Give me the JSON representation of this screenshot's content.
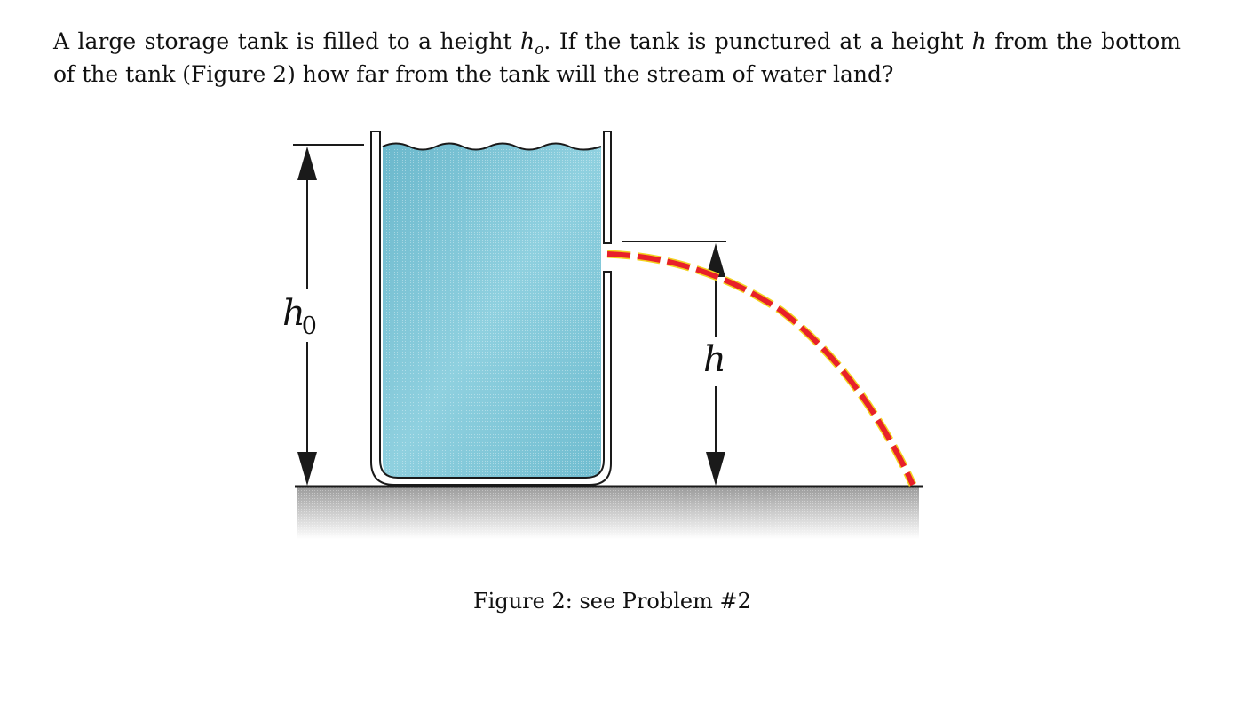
{
  "problem": {
    "part1": "A large storage tank is filled to a height ",
    "h0_symbol": "h",
    "h0_subscript": "o",
    "part2": ". If the tank is punctured at a height ",
    "h_symbol": "h",
    "part3": " from the bottom of the tank (Figure 2) how far from the tank will the stream of water land?"
  },
  "figure": {
    "label_h0_symbol": "h",
    "label_h0_subscript": "0",
    "label_h": "h",
    "caption": "Figure 2: see Problem #2",
    "colors": {
      "water": "#7fc4d6",
      "stream": "#e8202a",
      "stream_edge": "#f2d21e",
      "ground": "#b5b5b5",
      "ink": "#1a1a1a"
    }
  }
}
